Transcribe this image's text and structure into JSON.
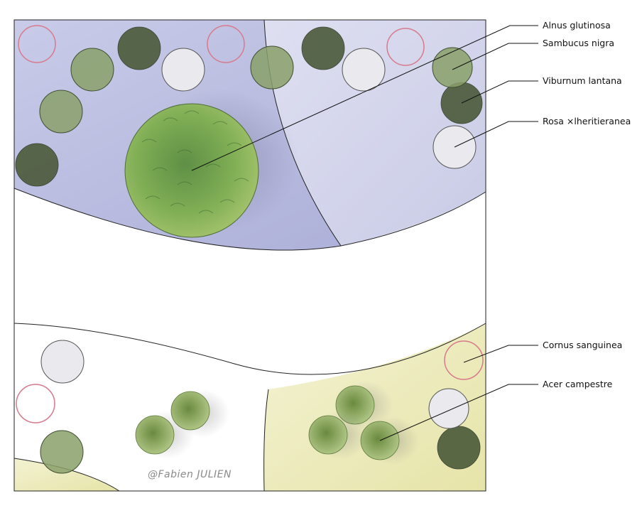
{
  "labels": {
    "alnus": "Alnus glutinosa",
    "sambucus": "Sambucus nigra",
    "viburnum": "Viburnum lantana",
    "rosa": "Rosa ×lheritieranea",
    "cornus": "Cornus sanguinea",
    "acer": "Acer campestre"
  },
  "credit": "@Fabien JULIEN",
  "colors": {
    "lavender_bed": "#b3b6dc",
    "lavender_bed_light": "#d6d8ee",
    "yellow_bed": "#ecebb8",
    "tree_green": "#7fae55",
    "shrub_dark": "#3f4a33",
    "rose_pink": "#d77a8c",
    "outline": "#222222"
  },
  "plants": [
    {
      "species": "Alnus glutinosa",
      "symbol": "large-tree"
    },
    {
      "species": "Sambucus nigra",
      "symbol": "spiky-shrub"
    },
    {
      "species": "Viburnum lantana",
      "symbol": "dark-leafy-shrub"
    },
    {
      "species": "Rosa ×lheritieranea",
      "symbol": "flower-shrub"
    },
    {
      "species": "Cornus sanguinea",
      "symbol": "red-twig-shrub"
    },
    {
      "species": "Acer campestre",
      "symbol": "small-tree"
    }
  ]
}
